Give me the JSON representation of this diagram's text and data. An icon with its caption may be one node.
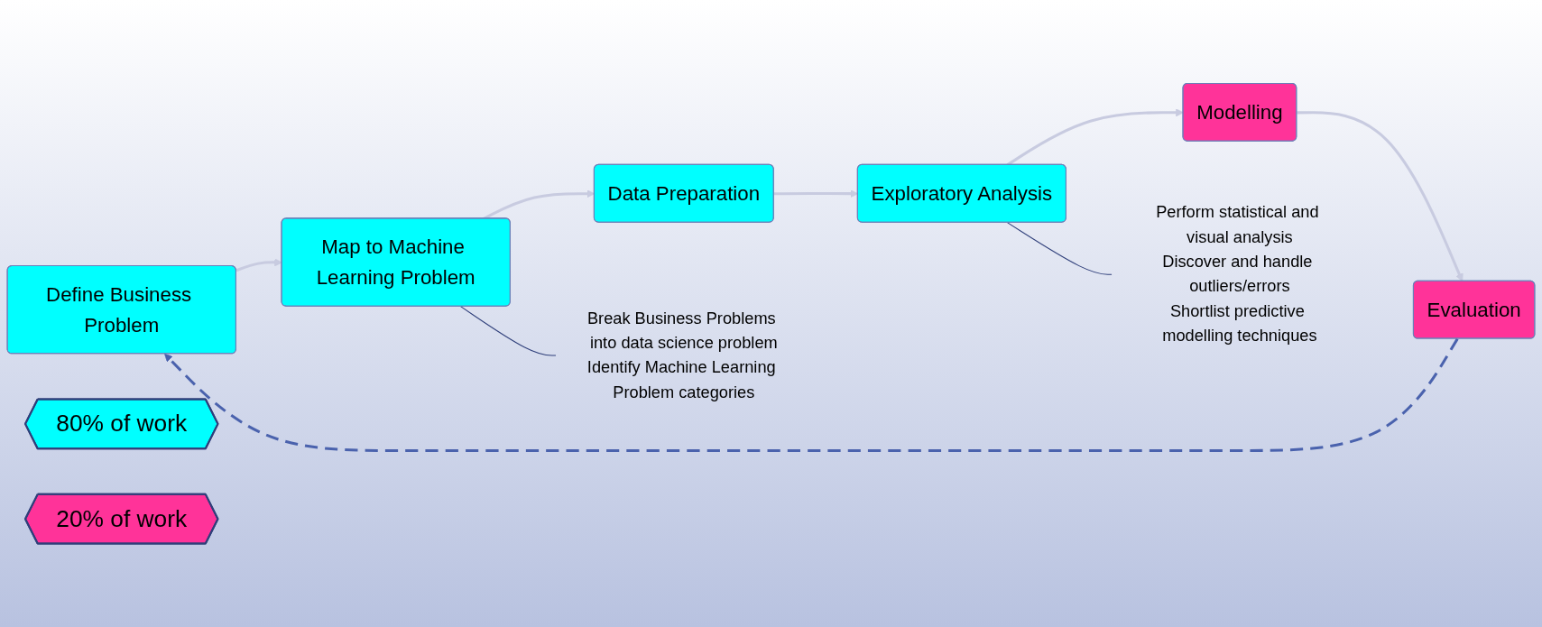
{
  "diagram": {
    "nodes": [
      {
        "text": [
          "Define Business Problem"
        ]
      },
      {
        "text": [
          "Map to Machine Learning Problem"
        ]
      },
      {
        "text": [
          "Data Preparation"
        ]
      },
      {
        "text": [
          "Exploratory Analysis"
        ]
      },
      {
        "text": [
          "Modelling"
        ]
      },
      {
        "text": [
          "Evaluation"
        ]
      },
      {
        "text": [
          "Break Business Problems into data science problem",
          "Identify Machine Learning Problem categories"
        ]
      },
      {
        "text": [
          "Perform statistical and visual analysis",
          "Discover and handle outliers/errors",
          "Shortlist predictive modelling techniques"
        ]
      },
      {
        "text": [
          "80% of work"
        ]
      },
      {
        "text": [
          "20% of work"
        ]
      }
    ],
    "edges": [
      {
        "from": 0,
        "to": 1,
        "arrow": "to"
      },
      {
        "from": 1,
        "to": 2,
        "arrow": "to"
      },
      {
        "from": 2,
        "to": 3,
        "arrow": "to"
      },
      {
        "from": 3,
        "to": 4,
        "arrow": "to"
      },
      {
        "from": 4,
        "to": 5,
        "arrow": "to"
      },
      {
        "from": 1,
        "to": 6,
        "arrow": "none",
        "color": "#2f3f7a"
      },
      {
        "from": 3,
        "to": 7,
        "arrow": "none",
        "color": "#2f3f7a"
      },
      {
        "from": 5,
        "to": 0,
        "arrow": "to",
        "style": "dashed",
        "color": "#4a62ad"
      }
    ]
  }
}
